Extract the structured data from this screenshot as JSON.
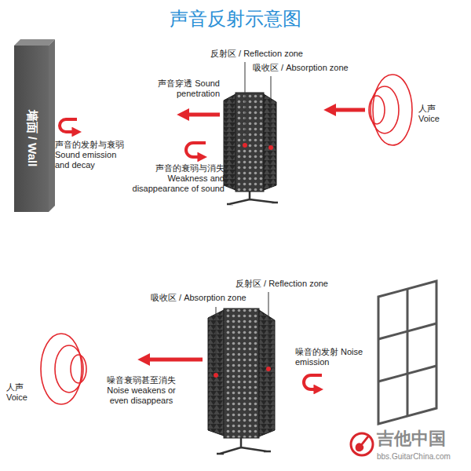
{
  "diagram": {
    "title": "声音反射示意图",
    "nodes": [
      {
        "text": [
          "墙面 / Wall"
        ]
      }
    ],
    "labels": [
      "反射区 / Reflection zone",
      "吸收区 / Absorption zone",
      "声音穿透 Sound penetration",
      "声音的发射与衰弱 Sound emission and decay",
      "声音的衰弱与消失 Weakness and disappearance of sound",
      "人声 Voice",
      "吸收区 / Absorption zone",
      "反射区 / Reflection zone",
      "人声 Voice",
      "噪音衰弱甚至消失 Noise weakens or even disappears",
      "噪音的发射 Noise emission",
      "吉他中国",
      "bbs.GuitarChina.com"
    ]
  }
}
